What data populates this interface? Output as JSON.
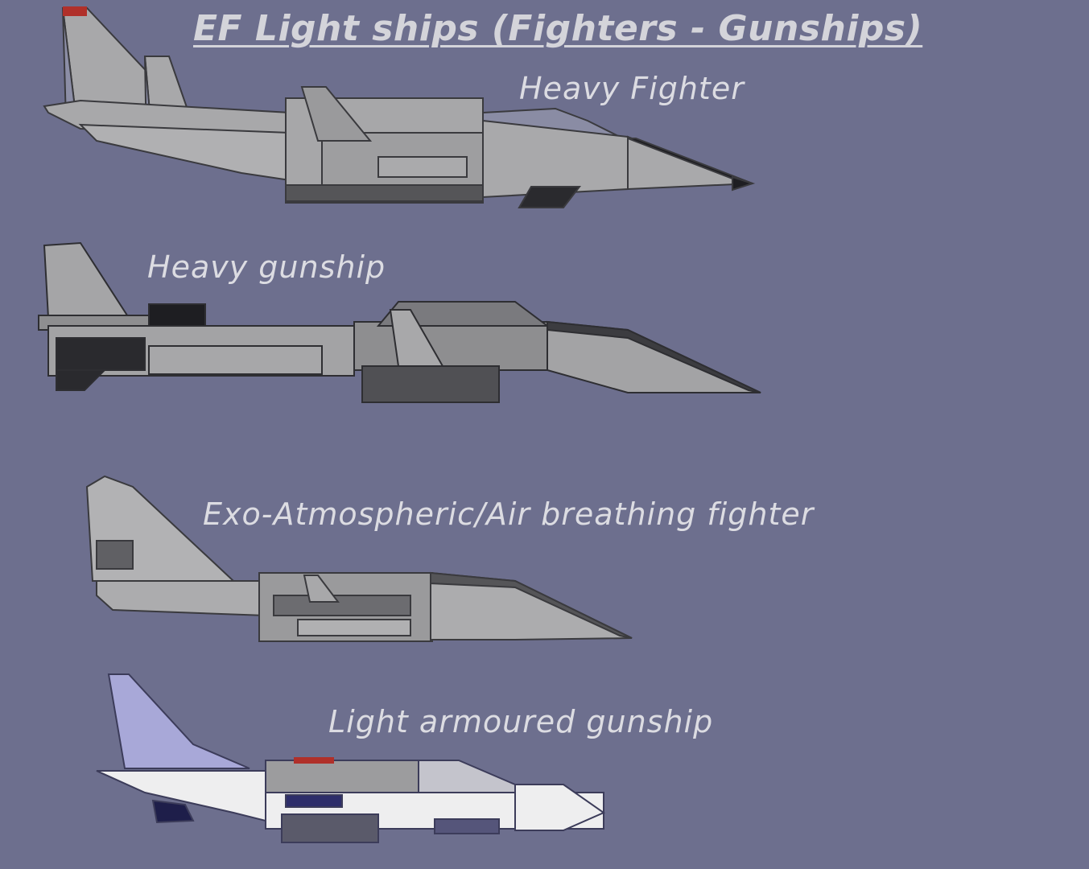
{
  "title": "EF Light ships (Fighters - Gunships)",
  "colors": {
    "background": "#6d6f8e",
    "text": "#dcdce2",
    "hull_gray": "#a7a7a9",
    "hull_dark": "#5a5a5e",
    "hull_black": "#1e1e22",
    "hull_white": "#eeeeef",
    "tail_lavender": "#a8a8d8",
    "tail_red": "#b0302a"
  },
  "ships": [
    {
      "id": "heavy-fighter",
      "label": "Heavy Fighter"
    },
    {
      "id": "heavy-gunship",
      "label": "Heavy gunship"
    },
    {
      "id": "exo-fighter",
      "label": "Exo-Atmospheric/Air breathing fighter"
    },
    {
      "id": "light-armoured-gunship",
      "label": "Light armoured gunship"
    }
  ]
}
